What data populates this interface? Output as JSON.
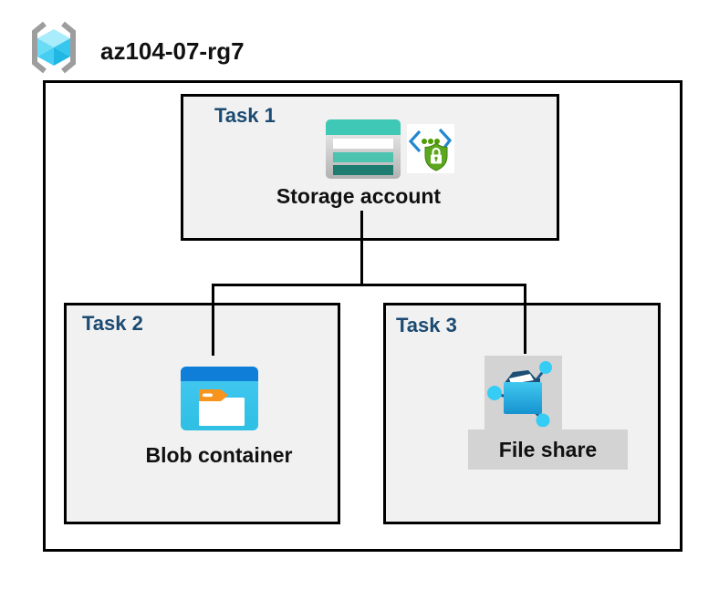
{
  "header": {
    "resource_group_name": "az104-07-rg7",
    "icon": "resource-group-icon"
  },
  "diagram": {
    "type": "azure-resource-group-task-diagram",
    "connections": [
      {
        "from": "Storage account",
        "to": "Blob container"
      },
      {
        "from": "Storage account",
        "to": "File share"
      }
    ]
  },
  "tasks": {
    "0": {
      "label": "Task 1",
      "item": "Storage account",
      "icons": [
        "storage-account-icon",
        "secure-access-icon"
      ]
    },
    "1": {
      "label": "Task 2",
      "item": "Blob container",
      "icons": [
        "blob-container-icon"
      ]
    },
    "2": {
      "label": "Task 3",
      "item": "File share",
      "icons": [
        "file-share-icon"
      ]
    }
  },
  "colors": {
    "task_label_navy": "#1b4a72",
    "box_background": "#f1f1f1",
    "border_black": "#000000",
    "storage_teal": "#3fc8b5",
    "storage_teal_dark": "#1e7d70",
    "blob_bar_blue": "#0e7ed8",
    "blob_body_cyan": "#3ac6ef",
    "folder_tab_orange": "#f7941d",
    "secure_green": "#5ba71d",
    "secure_bracket_blue": "#2488ce",
    "fileshare_highlight_gray": "#d3d3d3",
    "cube_cyan": "#45cef1",
    "bracket_gray": "#9d9d9d"
  }
}
